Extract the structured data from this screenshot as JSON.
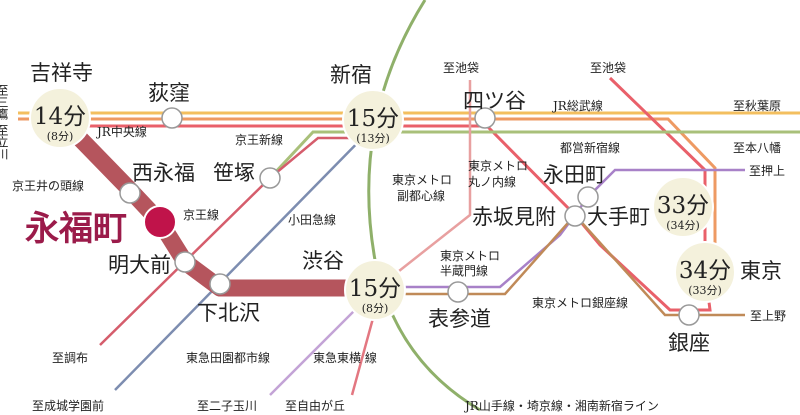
{
  "colors": {
    "chuo": "#f3bf5f",
    "sobu_orange": "#ee9a63",
    "marunouchi": "#e9606a",
    "shinjuku_line": "#a9c07a",
    "keio": "#d55d6c",
    "inokashira": "#b5555d",
    "odakyu": "#7d8db0",
    "yamanote": "#8fb06a",
    "fukutoshin": "#e8a0a0",
    "hanzomon": "#a881c8",
    "ginza": "#c08a58",
    "denentoshi": "#c3a3d6",
    "toyoko": "#e37781",
    "home": "#c0134a"
  },
  "home": {
    "name": "永福町"
  },
  "hubs": [
    {
      "name": "吉祥寺",
      "time": "14分",
      "sub": "(8分)"
    },
    {
      "name": "新宿",
      "time": "15分",
      "sub": "(13分)"
    },
    {
      "name": "渋谷",
      "time": "15分",
      "sub": "(8分)"
    },
    {
      "name": "大手町",
      "time": "33分",
      "sub": "(34分)"
    },
    {
      "name": "東京",
      "time": "34分",
      "sub": "(33分)"
    }
  ],
  "stations": {
    "ogikubo": "荻窪",
    "nishieifuku": "西永福",
    "sasazuka": "笹塚",
    "meidaimae": "明大前",
    "shimokitazawa": "下北沢",
    "yotsuya": "四ツ谷",
    "nagatacho": "永田町",
    "akasakamitsuke": "赤坂見附",
    "omotesando": "表参道",
    "ginza": "銀座"
  },
  "lines": {
    "chuo": "JR中央線",
    "keio_new": "京王新線",
    "inokashira": "京王井の頭線",
    "keio": "京王線",
    "odakyu": "小田急線",
    "fukutoshin": "東京メトロ\n副都心線",
    "fukutoshin_1": "東京メトロ",
    "fukutoshin_2": "副都心線",
    "marunouchi_1": "東京メトロ",
    "marunouchi_2": "丸ノ内線",
    "sobu": "JR総武線",
    "toei_shinjuku": "都営新宿線",
    "hanzomon_1": "東京メトロ",
    "hanzomon_2": "半蔵門線",
    "ginza": "東京メトロ銀座線",
    "denentoshi": "東急田園都市線",
    "toyoko": "東急東横 線",
    "yamanote": "JR山手線・埼京線・湘南新宿ライン"
  },
  "destinations": {
    "mitaka": "至三鷹",
    "tachikawa": "至立川",
    "ikebukuro1": "至池袋",
    "ikebukuro2": "至池袋",
    "akihabara": "至秋葉原",
    "motoyawata": "至本八幡",
    "oshiage": "至押上",
    "ueno": "至上野",
    "chofu": "至調布",
    "seijo": "至成城学園前",
    "futakotamagawa": "至二子玉川",
    "jiyugaoka": "至自由が丘"
  }
}
